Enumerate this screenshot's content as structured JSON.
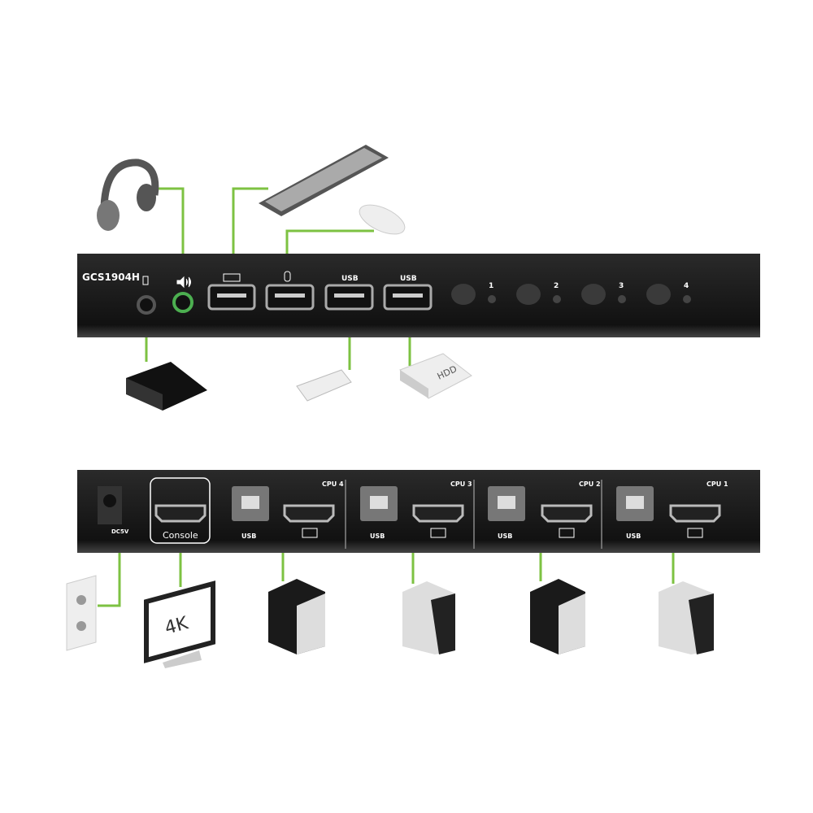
{
  "front_panel": {
    "model": "GCS1904H",
    "usb_label_1": "USB",
    "usb_label_2": "USB",
    "port_buttons": [
      "1",
      "2",
      "3",
      "4"
    ]
  },
  "rear_panel": {
    "power_label": "DC5V",
    "console_label": "Console",
    "cpu_sections": [
      {
        "cpu": "CPU 4",
        "usb": "USB"
      },
      {
        "cpu": "CPU 3",
        "usb": "USB"
      },
      {
        "cpu": "CPU 2",
        "usb": "USB"
      },
      {
        "cpu": "CPU 1",
        "usb": "USB"
      }
    ]
  },
  "devices": {
    "monitor_label": "4K",
    "hdd_label": "HDD"
  },
  "colors": {
    "cable": "#7dc242",
    "panel": "#1c1c1c"
  }
}
